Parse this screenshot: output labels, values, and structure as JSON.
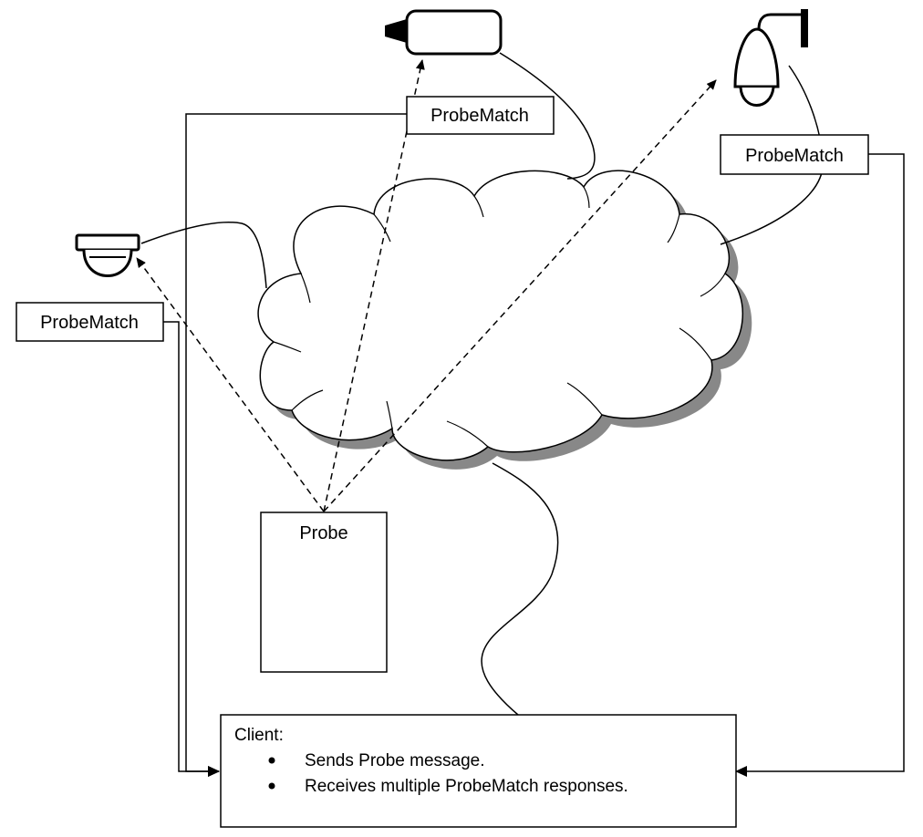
{
  "network": {
    "name": ""
  },
  "devices": {
    "box_camera": {
      "icon": "box-camera-icon",
      "response_label": "ProbeMatch"
    },
    "ptz_camera": {
      "icon": "ptz-dome-camera-icon",
      "response_label": "ProbeMatch"
    },
    "dome_camera": {
      "icon": "dome-camera-icon",
      "response_label": "ProbeMatch"
    }
  },
  "probe": {
    "label": "Probe"
  },
  "client": {
    "title": "Client:",
    "bullets": [
      "Sends Probe message.",
      "Receives multiple ProbeMatch responses."
    ]
  },
  "colors": {
    "stroke": "#000000",
    "cloud_shadow": "#888888",
    "fill": "#ffffff"
  }
}
